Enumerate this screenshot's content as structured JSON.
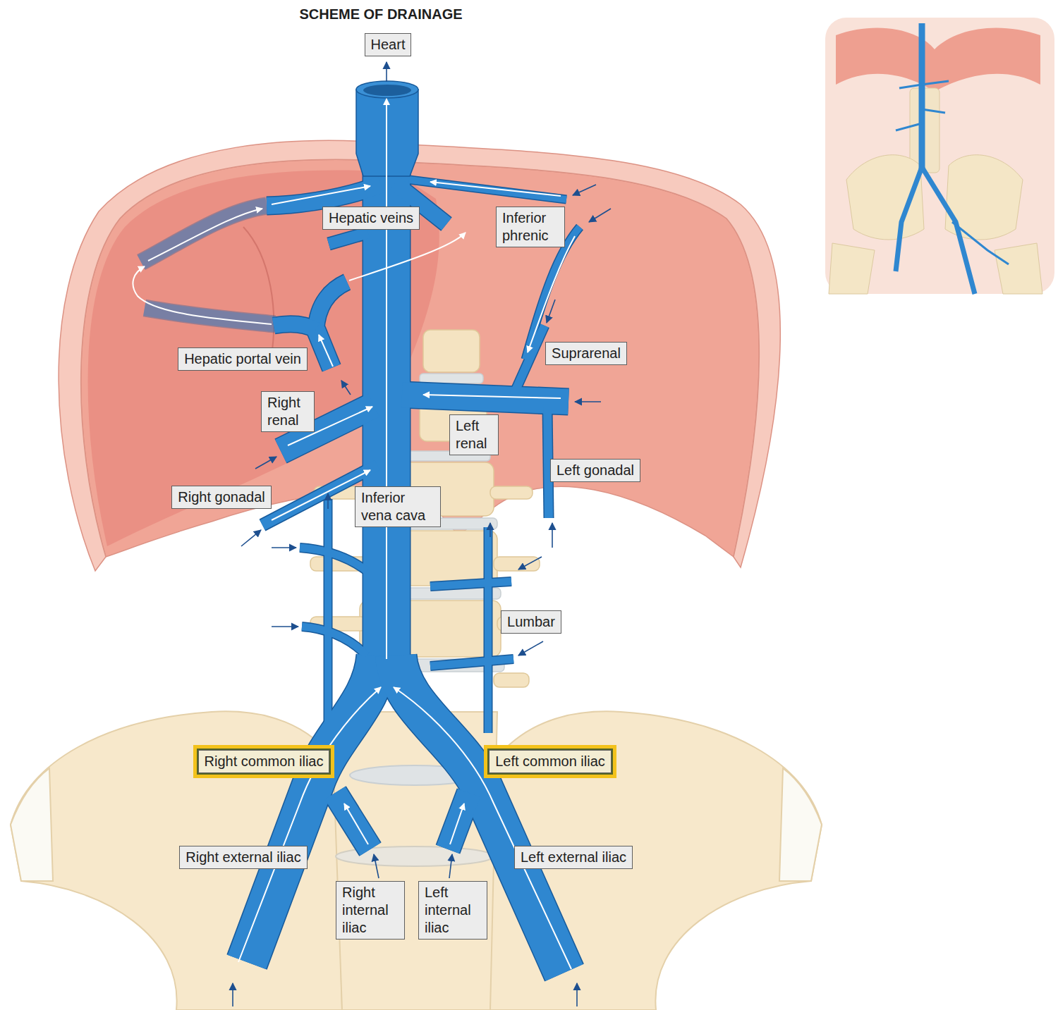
{
  "diagram": {
    "title": "SCHEME OF DRAINAGE",
    "nodes": [
      {
        "text": [
          "Heart"
        ]
      },
      {
        "text": [
          "Hepatic veins"
        ]
      },
      {
        "text": [
          "Inferior phrenic"
        ]
      },
      {
        "text": [
          "Hepatic portal vein"
        ]
      },
      {
        "text": [
          "Suprarenal"
        ]
      },
      {
        "text": [
          "Right renal"
        ]
      },
      {
        "text": [
          "Left renal"
        ]
      },
      {
        "text": [
          "Left gonadal"
        ]
      },
      {
        "text": [
          "Right gonadal"
        ]
      },
      {
        "text": [
          "Inferior vena cava"
        ]
      },
      {
        "text": [
          "Lumbar"
        ]
      },
      {
        "text": [
          "Right common iliac"
        ]
      },
      {
        "text": [
          "Left common iliac"
        ]
      },
      {
        "text": [
          "Right external iliac"
        ]
      },
      {
        "text": [
          "Left external iliac"
        ]
      },
      {
        "text": [
          "Right internal iliac"
        ]
      },
      {
        "text": [
          "Left internal iliac"
        ]
      }
    ]
  }
}
